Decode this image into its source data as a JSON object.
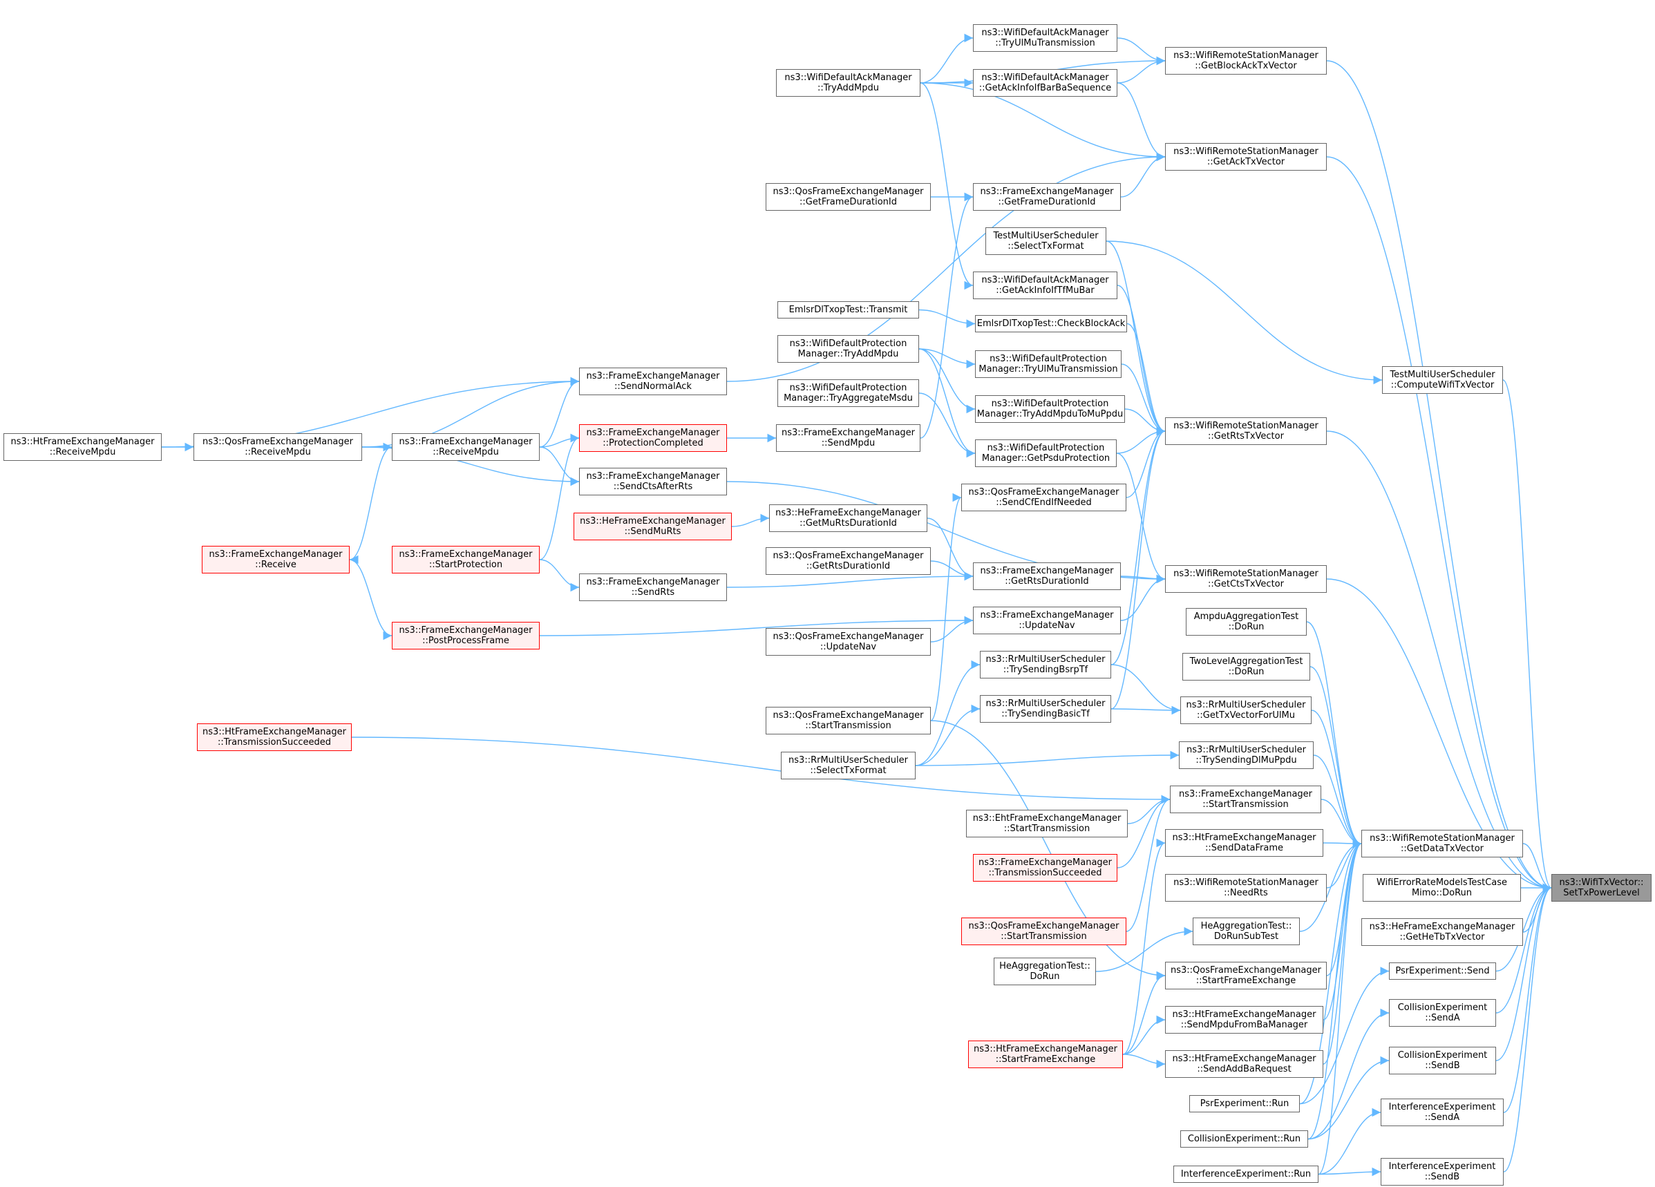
{
  "graph": {
    "edge_color": "#63b8ff",
    "nodes": {
      "root": [
        "ns3::WifiTxVector::",
        "SetTxPowerLevel"
      ],
      "ht_rmp": [
        "ns3::HtFrameExchangeManager",
        "::ReceiveMpdu"
      ],
      "qos_rmp": [
        "ns3::QosFrameExchangeManager",
        "::ReceiveMpdu"
      ],
      "fem_rmp": [
        "ns3::FrameExchangeManager",
        "::ReceiveMpdu"
      ],
      "fem_recv": [
        "ns3::FrameExchangeManager",
        "::Receive"
      ],
      "fem_startprot": [
        "ns3::FrameExchangeManager",
        "::StartProtection"
      ],
      "fem_ppf": [
        "ns3::FrameExchangeManager",
        "::PostProcessFrame"
      ],
      "ht_ts": [
        "ns3::HtFrameExchangeManager",
        "::TransmissionSucceeded"
      ],
      "fem_sna": [
        "ns3::FrameExchangeManager",
        "::SendNormalAck"
      ],
      "fem_pc": [
        "ns3::FrameExchangeManager",
        "::ProtectionCompleted"
      ],
      "fem_scar": [
        "ns3::FrameExchangeManager",
        "::SendCtsAfterRts"
      ],
      "he_smr": [
        "ns3::HeFrameExchangeManager",
        "::SendMuRts"
      ],
      "fem_srts": [
        "ns3::FrameExchangeManager",
        "::SendRts"
      ],
      "daam_tam": [
        "ns3::WifiDefaultAckManager",
        "::TryAddMpdu"
      ],
      "qos_gfd": [
        "ns3::QosFrameExchangeManager",
        "::GetFrameDurationId"
      ],
      "emlsr_tx": [
        "EmlsrDlTxopTest::Transmit"
      ],
      "dpm_tam": [
        "ns3::WifiDefaultProtection",
        "Manager::TryAddMpdu"
      ],
      "dpm_tams": [
        "ns3::WifiDefaultProtection",
        "Manager::TryAggregateMsdu"
      ],
      "fem_smpdu": [
        "ns3::FrameExchangeManager",
        "::SendMpdu"
      ],
      "he_gmrd": [
        "ns3::HeFrameExchangeManager",
        "::GetMuRtsDurationId"
      ],
      "qos_grd": [
        "ns3::QosFrameExchangeManager",
        "::GetRtsDurationId"
      ],
      "qos_un": [
        "ns3::QosFrameExchangeManager",
        "::UpdateNav"
      ],
      "qos_st": [
        "ns3::QosFrameExchangeManager",
        "::StartTransmission"
      ],
      "rr_stf": [
        "ns3::RrMultiUserScheduler",
        "::SelectTxFormat"
      ],
      "daam_tumt": [
        "ns3::WifiDefaultAckManager",
        "::TryUlMuTransmission"
      ],
      "daam_gaib": [
        "ns3::WifiDefaultAckManager",
        "::GetAckInfoIfBarBaSequence"
      ],
      "fem_gfd": [
        "ns3::FrameExchangeManager",
        "::GetFrameDurationId"
      ],
      "tmus_stf": [
        "TestMultiUserScheduler",
        "::SelectTxFormat"
      ],
      "daam_gaitf": [
        "ns3::WifiDefaultAckManager",
        "::GetAckInfoIfTfMuBar"
      ],
      "emlsr_cba": [
        "EmlsrDlTxopTest::CheckBlockAck"
      ],
      "dpm_tumt": [
        "ns3::WifiDefaultProtection",
        "Manager::TryUlMuTransmission"
      ],
      "dpm_tamtmp": [
        "ns3::WifiDefaultProtection",
        "Manager::TryAddMpduToMuPpdu"
      ],
      "dpm_gpp": [
        "ns3::WifiDefaultProtection",
        "Manager::GetPsduProtection"
      ],
      "qos_scen": [
        "ns3::QosFrameExchangeManager",
        "::SendCfEndIfNeeded"
      ],
      "fem_grd": [
        "ns3::FrameExchangeManager",
        "::GetRtsDurationId"
      ],
      "fem_un": [
        "ns3::FrameExchangeManager",
        "::UpdateNav"
      ],
      "rr_tsbt": [
        "ns3::RrMultiUserScheduler",
        "::TrySendingBsrpTf"
      ],
      "rr_tsbasic": [
        "ns3::RrMultiUserScheduler",
        "::TrySendingBasicTf"
      ],
      "fem_st": [
        "ns3::FrameExchangeManager",
        "::StartTransmission"
      ],
      "eht_st": [
        "ns3::EhtFrameExchangeManager",
        "::StartTransmission"
      ],
      "fem_ts": [
        "ns3::FrameExchangeManager",
        "::TransmissionSucceeded"
      ],
      "qos_st2": [
        "ns3::QosFrameExchangeManager",
        "::StartTransmission"
      ],
      "he_dorun": [
        "HeAggregationTest::",
        "DoRun"
      ],
      "ht_sfe": [
        "ns3::HtFrameExchangeManager",
        "::StartFrameExchange"
      ],
      "wrsm_gbatv": [
        "ns3::WifiRemoteStationManager",
        "::GetBlockAckTxVector"
      ],
      "wrsm_gatv": [
        "ns3::WifiRemoteStationManager",
        "::GetAckTxVector"
      ],
      "wrsm_grtv": [
        "ns3::WifiRemoteStationManager",
        "::GetRtsTxVector"
      ],
      "wrsm_gctv": [
        "ns3::WifiRemoteStationManager",
        "::GetCtsTxVector"
      ],
      "ampdu_dorun": [
        "AmpduAggregationTest",
        "::DoRun"
      ],
      "twolevel_dorun": [
        "TwoLevelAggregationTest",
        "::DoRun"
      ],
      "rr_gtvfum": [
        "ns3::RrMultiUserScheduler",
        "::GetTxVectorForUlMu"
      ],
      "rr_tsdmp": [
        "ns3::RrMultiUserScheduler",
        "::TrySendingDlMuPpdu"
      ],
      "fem_st2": [
        "ns3::FrameExchangeManager",
        "::StartTransmission"
      ],
      "ht_sdf": [
        "ns3::HtFrameExchangeManager",
        "::SendDataFrame"
      ],
      "wrsm_nr": [
        "ns3::WifiRemoteStationManager",
        "::NeedRts"
      ],
      "he_drst": [
        "HeAggregationTest::",
        "DoRunSubTest"
      ],
      "qos_sfe": [
        "ns3::QosFrameExchangeManager",
        "::StartFrameExchange"
      ],
      "ht_smfbm": [
        "ns3::HtFrameExchangeManager",
        "::SendMpduFromBaManager"
      ],
      "ht_sabr": [
        "ns3::HtFrameExchangeManager",
        "::SendAddBaRequest"
      ],
      "psr_run": [
        "PsrExperiment::Run"
      ],
      "coll_run": [
        "CollisionExperiment::Run"
      ],
      "intf_run": [
        "InterferenceExperiment::Run"
      ],
      "tmus_cwtv": [
        "TestMultiUserScheduler",
        "::ComputeWifiTxVector"
      ],
      "wrsm_gdtv": [
        "ns3::WifiRemoteStationManager",
        "::GetDataTxVector"
      ],
      "werm_mimo": [
        "WifiErrorRateModelsTestCase",
        "Mimo::DoRun"
      ],
      "he_ghtv": [
        "ns3::HeFrameExchangeManager",
        "::GetHeTbTxVector"
      ],
      "psr_send": [
        "PsrExperiment::Send"
      ],
      "coll_senda": [
        "CollisionExperiment",
        "::SendA"
      ],
      "coll_sendb": [
        "CollisionExperiment",
        "::SendB"
      ],
      "intf_senda": [
        "InterferenceExperiment",
        "::SendA"
      ],
      "intf_sendb": [
        "InterferenceExperiment",
        "::SendB"
      ]
    },
    "edges": [
      [
        "qos_rmp",
        "ht_rmp"
      ],
      [
        "fem_rmp",
        "qos_rmp"
      ],
      [
        "fem_recv",
        "fem_rmp"
      ],
      [
        "fem_sna",
        "ht_rmp"
      ],
      [
        "fem_sna",
        "qos_rmp"
      ],
      [
        "fem_sna",
        "fem_rmp"
      ],
      [
        "fem_pc",
        "fem_rmp"
      ],
      [
        "fem_pc",
        "fem_startprot"
      ],
      [
        "fem_scar",
        "qos_rmp"
      ],
      [
        "fem_scar",
        "fem_rmp"
      ],
      [
        "fem_ppf",
        "fem_recv"
      ],
      [
        "fem_srts",
        "fem_startprot"
      ],
      [
        "fem_smpdu",
        "fem_pc"
      ],
      [
        "he_gmrd",
        "he_smr"
      ],
      [
        "fem_grd",
        "he_gmrd"
      ],
      [
        "fem_grd",
        "qos_grd"
      ],
      [
        "fem_grd",
        "fem_srts"
      ],
      [
        "fem_un",
        "qos_un"
      ],
      [
        "fem_un",
        "fem_ppf"
      ],
      [
        "rr_tsbt",
        "rr_stf"
      ],
      [
        "rr_tsbasic",
        "rr_stf"
      ],
      [
        "daam_tumt",
        "daam_tam"
      ],
      [
        "daam_gaib",
        "daam_tam"
      ],
      [
        "fem_gfd",
        "qos_gfd"
      ],
      [
        "fem_gfd",
        "fem_smpdu"
      ],
      [
        "daam_gaitf",
        "daam_tam"
      ],
      [
        "emlsr_cba",
        "emlsr_tx"
      ],
      [
        "dpm_tumt",
        "dpm_tam"
      ],
      [
        "dpm_tamtmp",
        "dpm_tam"
      ],
      [
        "dpm_gpp",
        "dpm_tam"
      ],
      [
        "dpm_gpp",
        "dpm_tams"
      ],
      [
        "qos_scen",
        "qos_st"
      ],
      [
        "fem_st",
        "ht_ts"
      ],
      [
        "fem_st",
        "eht_st"
      ],
      [
        "fem_st",
        "fem_ts"
      ],
      [
        "fem_st",
        "qos_st2"
      ],
      [
        "ht_sdf",
        "ht_sfe"
      ],
      [
        "he_drst",
        "he_dorun"
      ],
      [
        "qos_sfe",
        "ht_sfe"
      ],
      [
        "qos_sfe",
        "qos_st"
      ],
      [
        "ht_smfbm",
        "ht_sfe"
      ],
      [
        "ht_sabr",
        "ht_sfe"
      ],
      [
        "wrsm_gbatv",
        "daam_tumt"
      ],
      [
        "wrsm_gbatv",
        "daam_gaib"
      ],
      [
        "wrsm_gbatv",
        "daam_tam"
      ],
      [
        "wrsm_gatv",
        "fem_gfd"
      ],
      [
        "wrsm_gatv",
        "daam_gaib"
      ],
      [
        "wrsm_gatv",
        "daam_tam"
      ],
      [
        "wrsm_gatv",
        "fem_sna"
      ],
      [
        "wrsm_grtv",
        "dpm_tamtmp"
      ],
      [
        "wrsm_grtv",
        "dpm_gpp"
      ],
      [
        "wrsm_grtv",
        "dpm_tumt"
      ],
      [
        "wrsm_grtv",
        "emlsr_cba"
      ],
      [
        "wrsm_grtv",
        "daam_gaitf"
      ],
      [
        "wrsm_grtv",
        "tmus_stf"
      ],
      [
        "wrsm_grtv",
        "qos_scen"
      ],
      [
        "wrsm_grtv",
        "rr_tsbt"
      ],
      [
        "wrsm_grtv",
        "rr_tsbasic"
      ],
      [
        "wrsm_gctv",
        "fem_grd"
      ],
      [
        "wrsm_gctv",
        "fem_un"
      ],
      [
        "wrsm_gctv",
        "fem_scar"
      ],
      [
        "wrsm_gctv",
        "dpm_gpp"
      ],
      [
        "rr_gtvfum",
        "rr_tsbt"
      ],
      [
        "rr_gtvfum",
        "rr_tsbasic"
      ],
      [
        "rr_tsdmp",
        "rr_stf"
      ],
      [
        "wrsm_gdtv",
        "fem_st2"
      ],
      [
        "wrsm_gdtv",
        "ht_sdf"
      ],
      [
        "wrsm_gdtv",
        "wrsm_nr"
      ],
      [
        "wrsm_gdtv",
        "he_drst"
      ],
      [
        "wrsm_gdtv",
        "qos_sfe"
      ],
      [
        "wrsm_gdtv",
        "ht_smfbm"
      ],
      [
        "wrsm_gdtv",
        "ht_sabr"
      ],
      [
        "wrsm_gdtv",
        "ampdu_dorun"
      ],
      [
        "wrsm_gdtv",
        "twolevel_dorun"
      ],
      [
        "wrsm_gdtv",
        "rr_gtvfum"
      ],
      [
        "wrsm_gdtv",
        "rr_tsdmp"
      ],
      [
        "wrsm_gdtv",
        "psr_run"
      ],
      [
        "wrsm_gdtv",
        "coll_run"
      ],
      [
        "wrsm_gdtv",
        "intf_run"
      ],
      [
        "tmus_cwtv",
        "tmus_stf"
      ],
      [
        "psr_send",
        "psr_run"
      ],
      [
        "coll_senda",
        "coll_run"
      ],
      [
        "coll_sendb",
        "coll_run"
      ],
      [
        "intf_senda",
        "intf_run"
      ],
      [
        "intf_sendb",
        "intf_run"
      ],
      [
        "root",
        "wrsm_gbatv"
      ],
      [
        "root",
        "wrsm_gatv"
      ],
      [
        "root",
        "tmus_cwtv"
      ],
      [
        "root",
        "wrsm_grtv"
      ],
      [
        "root",
        "wrsm_gctv"
      ],
      [
        "root",
        "wrsm_gdtv"
      ],
      [
        "root",
        "werm_mimo"
      ],
      [
        "root",
        "he_ghtv"
      ],
      [
        "root",
        "psr_send"
      ],
      [
        "root",
        "coll_senda"
      ],
      [
        "root",
        "coll_sendb"
      ],
      [
        "root",
        "intf_senda"
      ],
      [
        "root",
        "intf_sendb"
      ]
    ]
  }
}
